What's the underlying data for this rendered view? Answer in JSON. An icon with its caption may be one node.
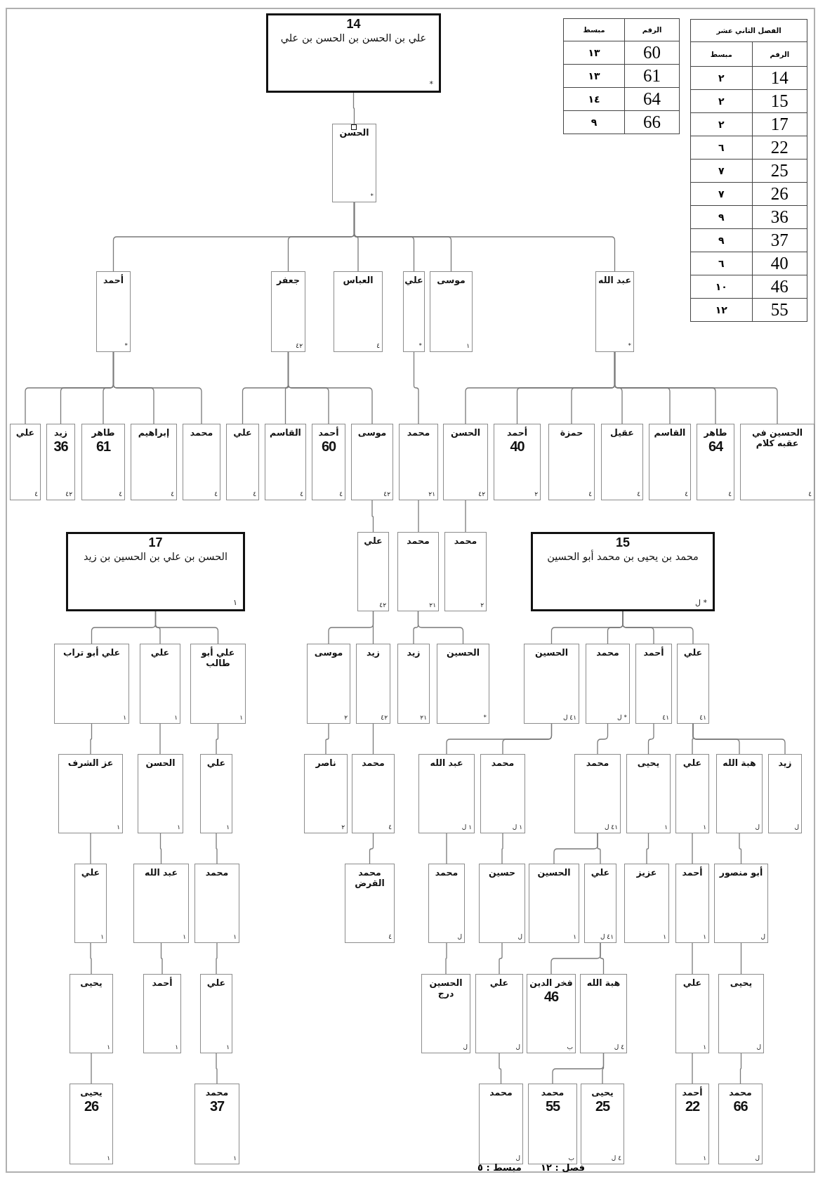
{
  "diagram": {
    "nodes": [
      {
        "text": [
          "14",
          "علي بن الحسن بن الحسن بن علي",
          "*"
        ]
      },
      {
        "text": [
          "الحسن",
          "*"
        ]
      },
      {
        "text": [
          "أحمد",
          "*"
        ]
      },
      {
        "text": [
          "جعفر",
          "٤٢"
        ]
      },
      {
        "text": [
          "العباس",
          "٤"
        ]
      },
      {
        "text": [
          "علي",
          "*"
        ]
      },
      {
        "text": [
          "موسى",
          "١"
        ]
      },
      {
        "text": [
          "عبد الله",
          "*"
        ]
      },
      {
        "text": [
          "علي",
          "٤"
        ]
      },
      {
        "text": [
          "زيد",
          "36",
          "٤٢"
        ]
      },
      {
        "text": [
          "طاهر",
          "61",
          "٤"
        ]
      },
      {
        "text": [
          "إبراهيم",
          "٤"
        ]
      },
      {
        "text": [
          "محمد",
          "٤"
        ]
      },
      {
        "text": [
          "علي",
          "٤"
        ]
      },
      {
        "text": [
          "القاسم",
          "٤"
        ]
      },
      {
        "text": [
          "أحمد",
          "60",
          "٤"
        ]
      },
      {
        "text": [
          "موسى",
          "٤٢"
        ]
      },
      {
        "text": [
          "محمد",
          "٢١"
        ]
      },
      {
        "text": [
          "الحسن",
          "٤٢"
        ]
      },
      {
        "text": [
          "أحمد",
          "40",
          "٢"
        ]
      },
      {
        "text": [
          "حمزة",
          "٤"
        ]
      },
      {
        "text": [
          "عقيل",
          "٤"
        ]
      },
      {
        "text": [
          "القاسم",
          "٤"
        ]
      },
      {
        "text": [
          "طاهر",
          "64",
          "٤"
        ]
      },
      {
        "text": [
          "الحسين في عقبه كلام",
          "٤"
        ]
      },
      {
        "text": [
          "17",
          "الحسن بن علي بن الحسين بن زيد",
          "١"
        ]
      },
      {
        "text": [
          "علي",
          "٤٢"
        ]
      },
      {
        "text": [
          "محمد",
          "٢١"
        ]
      },
      {
        "text": [
          "محمد",
          "٢"
        ]
      },
      {
        "text": [
          "15",
          "محمد بن يحيى بن محمد أبو الحسين",
          "* ل"
        ]
      },
      {
        "text": [
          "علي أبو تراب",
          "١"
        ]
      },
      {
        "text": [
          "علي",
          "١"
        ]
      },
      {
        "text": [
          "علي أبو طالب",
          "١"
        ]
      },
      {
        "text": [
          "موسى",
          "٢"
        ]
      },
      {
        "text": [
          "زيد",
          "٤٢"
        ]
      },
      {
        "text": [
          "زيد",
          "٢١"
        ]
      },
      {
        "text": [
          "الحسين",
          "*"
        ]
      },
      {
        "text": [
          "الحسين",
          "٤١ ل"
        ]
      },
      {
        "text": [
          "محمد",
          "* ل"
        ]
      },
      {
        "text": [
          "أحمد",
          "٤١"
        ]
      },
      {
        "text": [
          "علي",
          "٤١"
        ]
      },
      {
        "text": [
          "عز الشرف",
          "١"
        ]
      },
      {
        "text": [
          "الحسن",
          "١"
        ]
      },
      {
        "text": [
          "علي",
          "١"
        ]
      },
      {
        "text": [
          "ناصر",
          "٢"
        ]
      },
      {
        "text": [
          "محمد",
          "٤"
        ]
      },
      {
        "text": [
          "عبد الله",
          "١ ل"
        ]
      },
      {
        "text": [
          "محمد",
          "١ ل"
        ]
      },
      {
        "text": [
          "محمد",
          "٤١ ل"
        ]
      },
      {
        "text": [
          "يحيى",
          "١"
        ]
      },
      {
        "text": [
          "علي",
          "١"
        ]
      },
      {
        "text": [
          "هبة الله",
          "ل"
        ]
      },
      {
        "text": [
          "زيد",
          "ل"
        ]
      },
      {
        "text": [
          "علي",
          "١"
        ]
      },
      {
        "text": [
          "عبد الله",
          "١"
        ]
      },
      {
        "text": [
          "محمد",
          "١"
        ]
      },
      {
        "text": [
          "محمد القرض",
          "٤"
        ]
      },
      {
        "text": [
          "محمد",
          "ل"
        ]
      },
      {
        "text": [
          "حسين",
          "ل"
        ]
      },
      {
        "text": [
          "الحسين",
          "١"
        ]
      },
      {
        "text": [
          "علي",
          "٤١ ل"
        ]
      },
      {
        "text": [
          "عزيز",
          "١"
        ]
      },
      {
        "text": [
          "أحمد",
          "١"
        ]
      },
      {
        "text": [
          "أبو منصور",
          "ل"
        ]
      },
      {
        "text": [
          "يحيى",
          "١"
        ]
      },
      {
        "text": [
          "أحمد",
          "١"
        ]
      },
      {
        "text": [
          "علي",
          "١"
        ]
      },
      {
        "text": [
          "الحسين درج",
          "ل"
        ]
      },
      {
        "text": [
          "علي",
          "ل"
        ]
      },
      {
        "text": [
          "فخر الدين",
          "46",
          "ب"
        ]
      },
      {
        "text": [
          "هبة الله",
          "٤ ل"
        ]
      },
      {
        "text": [
          "علي",
          "١"
        ]
      },
      {
        "text": [
          "يحيى",
          "ل"
        ]
      },
      {
        "text": [
          "يحيى",
          "26",
          "١"
        ]
      },
      {
        "text": [
          "محمد",
          "37",
          "١"
        ]
      },
      {
        "text": [
          "محمد",
          "ل"
        ]
      },
      {
        "text": [
          "محمد",
          "55",
          "ب"
        ]
      },
      {
        "text": [
          "يحيى",
          "25",
          "٤ ل"
        ]
      },
      {
        "text": [
          "أحمد",
          "22",
          "١"
        ]
      },
      {
        "text": [
          "محمد",
          "66",
          "ل"
        ]
      }
    ],
    "edges": [
      {
        "from": 0,
        "to": 1,
        "arrow": "none"
      },
      {
        "from": 1,
        "to": 2,
        "arrow": "none"
      },
      {
        "from": 1,
        "to": 3,
        "arrow": "none"
      },
      {
        "from": 1,
        "to": 4,
        "arrow": "none"
      },
      {
        "from": 1,
        "to": 5,
        "arrow": "none"
      },
      {
        "from": 1,
        "to": 6,
        "arrow": "none"
      },
      {
        "from": 1,
        "to": 7,
        "arrow": "none"
      },
      {
        "from": 2,
        "to": 8,
        "arrow": "none"
      },
      {
        "from": 2,
        "to": 9,
        "arrow": "none"
      },
      {
        "from": 2,
        "to": 10,
        "arrow": "none"
      },
      {
        "from": 2,
        "to": 11,
        "arrow": "none"
      },
      {
        "from": 2,
        "to": 12,
        "arrow": "none"
      },
      {
        "from": 3,
        "to": 13,
        "arrow": "none"
      },
      {
        "from": 3,
        "to": 14,
        "arrow": "none"
      },
      {
        "from": 3,
        "to": 15,
        "arrow": "none"
      },
      {
        "from": 3,
        "to": 16,
        "arrow": "none"
      },
      {
        "from": 5,
        "to": 17,
        "arrow": "none"
      },
      {
        "from": 7,
        "to": 18,
        "arrow": "none"
      },
      {
        "from": 7,
        "to": 19,
        "arrow": "none"
      },
      {
        "from": 7,
        "to": 20,
        "arrow": "none"
      },
      {
        "from": 7,
        "to": 21,
        "arrow": "none"
      },
      {
        "from": 7,
        "to": 22,
        "arrow": "none"
      },
      {
        "from": 7,
        "to": 23,
        "arrow": "none"
      },
      {
        "from": 7,
        "to": 24,
        "arrow": "none"
      },
      {
        "from": 16,
        "to": 26,
        "arrow": "none"
      },
      {
        "from": 17,
        "to": 27,
        "arrow": "none"
      },
      {
        "from": 18,
        "to": 28,
        "arrow": "none"
      },
      {
        "from": 25,
        "to": 30,
        "arrow": "none"
      },
      {
        "from": 25,
        "to": 31,
        "arrow": "none"
      },
      {
        "from": 25,
        "to": 32,
        "arrow": "none"
      },
      {
        "from": 26,
        "to": 33,
        "arrow": "none"
      },
      {
        "from": 26,
        "to": 34,
        "arrow": "none"
      },
      {
        "from": 27,
        "to": 35,
        "arrow": "none"
      },
      {
        "from": 27,
        "to": 36,
        "arrow": "none"
      },
      {
        "from": 29,
        "to": 37,
        "arrow": "none"
      },
      {
        "from": 29,
        "to": 38,
        "arrow": "none"
      },
      {
        "from": 29,
        "to": 39,
        "arrow": "none"
      },
      {
        "from": 29,
        "to": 40,
        "arrow": "none"
      },
      {
        "from": 30,
        "to": 41,
        "arrow": "none"
      },
      {
        "from": 31,
        "to": 42,
        "arrow": "none"
      },
      {
        "from": 32,
        "to": 43,
        "arrow": "none"
      },
      {
        "from": 33,
        "to": 44,
        "arrow": "none"
      },
      {
        "from": 34,
        "to": 45,
        "arrow": "none"
      },
      {
        "from": 37,
        "to": 46,
        "arrow": "none"
      },
      {
        "from": 37,
        "to": 47,
        "arrow": "none"
      },
      {
        "from": 38,
        "to": 48,
        "arrow": "none"
      },
      {
        "from": 39,
        "to": 49,
        "arrow": "none"
      },
      {
        "from": 40,
        "to": 50,
        "arrow": "none"
      },
      {
        "from": 40,
        "to": 51,
        "arrow": "none"
      },
      {
        "from": 40,
        "to": 52,
        "arrow": "none"
      },
      {
        "from": 41,
        "to": 53,
        "arrow": "none"
      },
      {
        "from": 42,
        "to": 54,
        "arrow": "none"
      },
      {
        "from": 43,
        "to": 55,
        "arrow": "none"
      },
      {
        "from": 45,
        "to": 56,
        "arrow": "none"
      },
      {
        "from": 46,
        "to": 57,
        "arrow": "none"
      },
      {
        "from": 47,
        "to": 58,
        "arrow": "none"
      },
      {
        "from": 48,
        "to": 59,
        "arrow": "none"
      },
      {
        "from": 48,
        "to": 60,
        "arrow": "none"
      },
      {
        "from": 49,
        "to": 61,
        "arrow": "none"
      },
      {
        "from": 50,
        "to": 62,
        "arrow": "none"
      },
      {
        "from": 51,
        "to": 63,
        "arrow": "none"
      },
      {
        "from": 53,
        "to": 64,
        "arrow": "none"
      },
      {
        "from": 54,
        "to": 65,
        "arrow": "none"
      },
      {
        "from": 55,
        "to": 66,
        "arrow": "none"
      },
      {
        "from": 57,
        "to": 67,
        "arrow": "none"
      },
      {
        "from": 58,
        "to": 68,
        "arrow": "none"
      },
      {
        "from": 60,
        "to": 69,
        "arrow": "none"
      },
      {
        "from": 60,
        "to": 70,
        "arrow": "none"
      },
      {
        "from": 62,
        "to": 71,
        "arrow": "none"
      },
      {
        "from": 63,
        "to": 72,
        "arrow": "none"
      },
      {
        "from": 64,
        "to": 73,
        "arrow": "none"
      },
      {
        "from": 66,
        "to": 74,
        "arrow": "none"
      },
      {
        "from": 68,
        "to": 75,
        "arrow": "none"
      },
      {
        "from": 70,
        "to": 76,
        "arrow": "none"
      },
      {
        "from": 70,
        "to": 77,
        "arrow": "none"
      },
      {
        "from": 71,
        "to": 78,
        "arrow": "none"
      },
      {
        "from": 72,
        "to": 79,
        "arrow": "none"
      }
    ],
    "labels": [
      "الفصل الثاني عشر",
      "الرقم",
      "مبسط",
      "14",
      "٢",
      "15",
      "٢",
      "17",
      "٢",
      "22",
      "٦",
      "25",
      "٧",
      "26",
      "٧",
      "36",
      "٩",
      "37",
      "٩",
      "40",
      "٦",
      "46",
      "١٠",
      "55",
      "١٢",
      "الرقم",
      "مبسط",
      "60",
      "١٣",
      "61",
      "١٣",
      "64",
      "١٤",
      "66",
      "٩",
      "فصل : ١٢",
      "مبسط : ٥"
    ]
  }
}
